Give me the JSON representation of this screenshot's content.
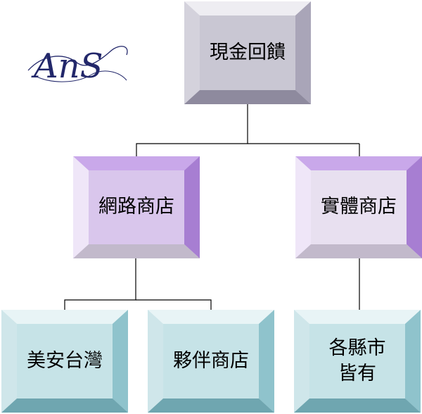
{
  "logo": {
    "text": "AnS"
  },
  "root": {
    "label": "現金回饋"
  },
  "branches": [
    {
      "label": "網路商店"
    },
    {
      "label": "實體商店"
    }
  ],
  "leaves": [
    {
      "label": "美安台灣"
    },
    {
      "label": "夥伴商店"
    },
    {
      "lines": [
        "各縣市",
        "皆有"
      ]
    }
  ],
  "colors": {
    "root": "#c9c7d3",
    "branch": "#d6c2ea",
    "leaf": "#c6e3e7",
    "connector": "#000000",
    "logo": "#22276a"
  }
}
